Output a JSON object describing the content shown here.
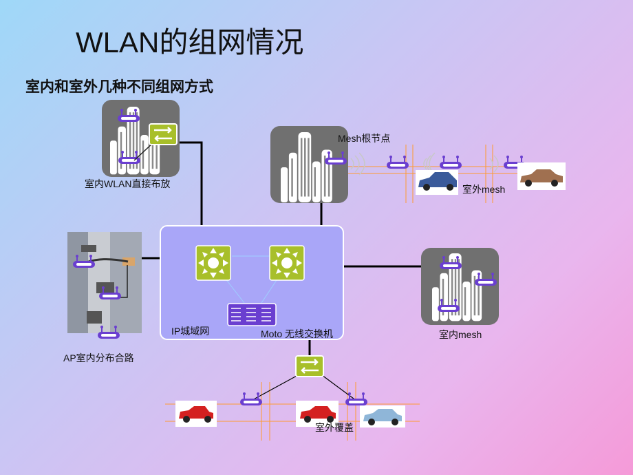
{
  "slide": {
    "title": "WLAN的组网情况",
    "subtitle": "室内和室外几种不同组网方式"
  },
  "labels": {
    "indoor_direct": "室内WLAN直接布放",
    "mesh_root": "Mesh根节点",
    "outdoor_mesh": "室外mesh",
    "ip_metro": "IP城域网",
    "moto_switch": "Moto 无线交换机",
    "indoor_mesh": "室内mesh",
    "ap_dist": "AP室内分布合路",
    "outdoor_cover": "室外覆盖"
  },
  "colors": {
    "switch_green": "#a8bf2a",
    "router_purple": "#6a3fd0",
    "metro_box": "#a9a6f8",
    "tile_gray": "#707070"
  },
  "icons": [
    "router-icon",
    "switch-icon",
    "layer3-switch-icon",
    "wireless-switch-icon",
    "building-icon",
    "car-icon"
  ]
}
